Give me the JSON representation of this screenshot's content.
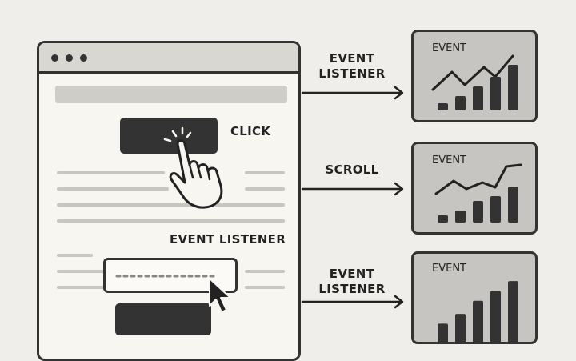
{
  "labels": {
    "click": "CLICK",
    "event_listener_page": "EVENT LISTENER",
    "arrow1_line1": "EVENT",
    "arrow1_line2": "LISTENER",
    "arrow2": "SCROLL",
    "arrow3_line1": "EVENT",
    "arrow3_line2": "LISTENER"
  },
  "panels": [
    {
      "title": "EVENT",
      "bars": [
        0.15,
        0.3,
        0.5,
        0.7,
        0.95
      ]
    },
    {
      "title": "EVENT",
      "bars": [
        0.15,
        0.25,
        0.45,
        0.55,
        0.75
      ]
    },
    {
      "title": "EVENT",
      "bars": [
        0.3,
        0.45,
        0.65,
        0.8,
        0.95
      ]
    }
  ],
  "colors": {
    "dark": "#333333",
    "panel_bg": "#c6c5c1",
    "background": "#efeeea"
  }
}
